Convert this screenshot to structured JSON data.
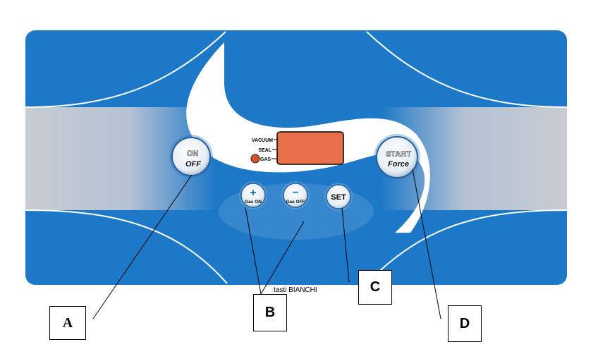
{
  "panel": {
    "display_labels": {
      "vacuum": "VACUUM",
      "seal": "SEAL",
      "gas": "GAS"
    },
    "buttons": {
      "on_off": {
        "line1": "ON",
        "line2": "OFF"
      },
      "plus": {
        "symbol": "+",
        "sub": "Gas ON"
      },
      "minus": {
        "symbol": "−",
        "sub": "Gas OFF"
      },
      "set": {
        "label": "SET"
      },
      "start": {
        "line1": "START",
        "line2": "Force"
      }
    },
    "colors": {
      "panel_blue": "#1e78c8",
      "display_orange": "#e8704a",
      "gas_led": "#d4532e",
      "band_gray": "#c8ccd2"
    }
  },
  "callouts": {
    "a": "A",
    "b": "B",
    "c": "C",
    "d": "D",
    "caption": "tasti BIANCHI"
  }
}
